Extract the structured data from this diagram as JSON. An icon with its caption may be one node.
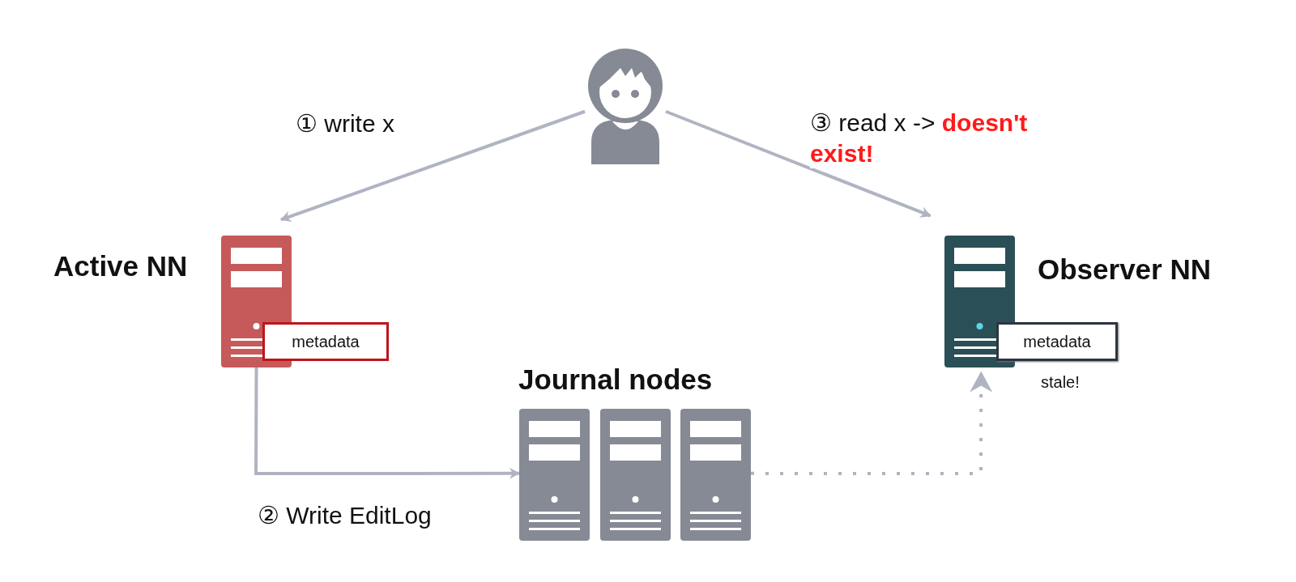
{
  "diagram": {
    "nodes": [
      {
        "text": [],
        "shape": "person"
      },
      {
        "text": [
          "Active NN"
        ]
      },
      {
        "text": [
          "metadata"
        ]
      },
      {
        "text": [
          "Journal nodes"
        ]
      },
      {
        "text": [],
        "shape": "box",
        "in": 3
      },
      {
        "text": [],
        "shape": "box",
        "in": 3
      },
      {
        "text": [],
        "shape": "box",
        "in": 3
      },
      {
        "text": [
          "Observer NN"
        ]
      },
      {
        "text": [
          "metadata"
        ],
        "beside": [
          "stale!"
        ]
      }
    ],
    "edges": [
      {
        "from": 0,
        "to": 1,
        "arrow": "to",
        "label": "① write x"
      },
      {
        "from": 1,
        "to": 4,
        "arrow": "to",
        "label": "② Write EditLog"
      },
      {
        "from": 6,
        "to": 7,
        "arrow": "to",
        "style": "dashed"
      },
      {
        "from": 0,
        "to": 7,
        "arrow": "to",
        "label": "③ read x -> **doesn't exist!**"
      }
    ]
  }
}
